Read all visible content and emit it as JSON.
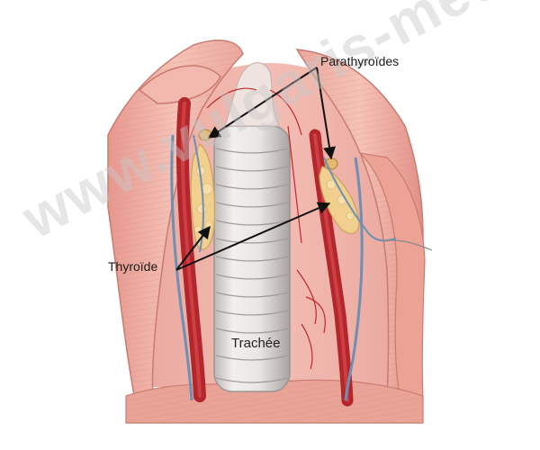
{
  "labels": {
    "parathyroides": "Parathyroïdes",
    "thyroide": "Thyroïde",
    "trachee": "Trachée"
  },
  "watermark": "www.vulgaris-medical.com",
  "colors": {
    "muscle": "#f0b3a8",
    "muscle_dark": "#d98a80",
    "artery": "#b3262b",
    "vein": "#6f8fb3",
    "trachea": "#e9e6e4",
    "gland": "#f1cf8e",
    "arrow": "#111111"
  }
}
